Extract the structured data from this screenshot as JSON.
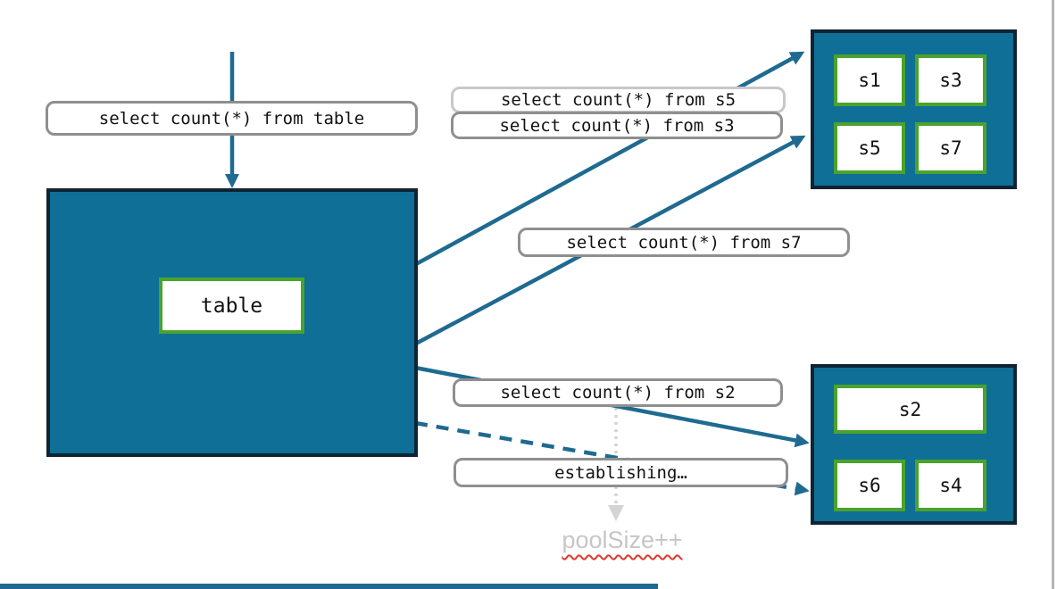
{
  "diagram": {
    "table_box": {
      "label": "table"
    },
    "top_shard_box": {
      "shards": [
        "s1",
        "s3",
        "s5",
        "s7"
      ]
    },
    "bottom_shard_box": {
      "wide_shard": "s2",
      "shards": [
        "s6",
        "s4"
      ]
    },
    "labels": {
      "query_table": "select count(*) from table",
      "query_s5": "select count(*) from s5",
      "query_s3": "select count(*) from s3",
      "query_s7": "select count(*) from s7",
      "query_s2": "select count(*) from s2",
      "establishing": "establishing…",
      "pool_size": "poolSize++"
    },
    "colors": {
      "box_fill": "#0f6f96",
      "box_border": "#0e2433",
      "shard_border": "#4aa32c",
      "arrow": "#1f6a90",
      "label_border": "#8f8f8f",
      "label_border_light": "#c8c8c8",
      "label_text": "#111111",
      "muted_text": "#c6c6c6",
      "dotted_arrow": "#d4d4d4",
      "squiggle": "#e0392e",
      "edge_line": "#b5b5b5"
    }
  }
}
